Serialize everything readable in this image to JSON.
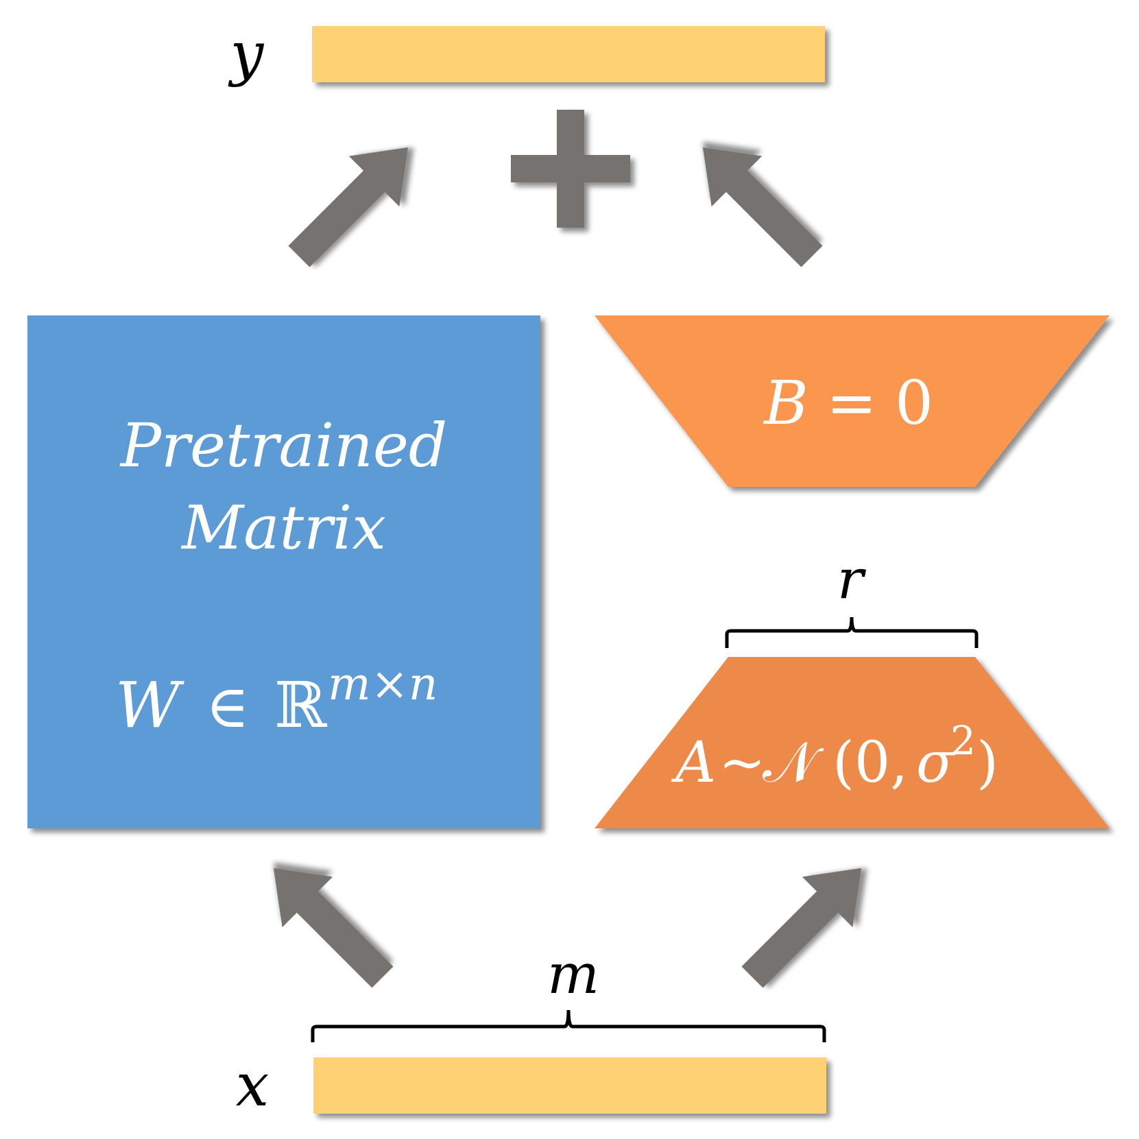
{
  "labels": {
    "output": "y",
    "input": "x",
    "input_width": "m",
    "rank": "r",
    "plus_symbol": "+"
  },
  "pretrained": {
    "line1": "Pretrained",
    "line2": "Matrix",
    "formula_lhs": "W",
    "formula_in": "∈",
    "formula_set": "ℝ",
    "formula_sup": "m×n"
  },
  "lora_b": {
    "lhs": "B",
    "eq": "=",
    "rhs": "0"
  },
  "lora_a": {
    "lhs": "A",
    "tilde": "~",
    "dist": "𝒩",
    "args_open": "(0,",
    "sigma": "σ",
    "sup": "2",
    "args_close": ")"
  },
  "colors": {
    "vector": "#FED175",
    "matrix_w": "#5B9BD5",
    "matrix_b": "#FB9650",
    "matrix_a": "#EE8A4A",
    "arrow": "#76726F",
    "text_dark": "#000000",
    "text_light": "#ffffff"
  },
  "icons": {
    "arrow": "thick-diagonal-arrow-icon",
    "plus": "plus-icon"
  }
}
